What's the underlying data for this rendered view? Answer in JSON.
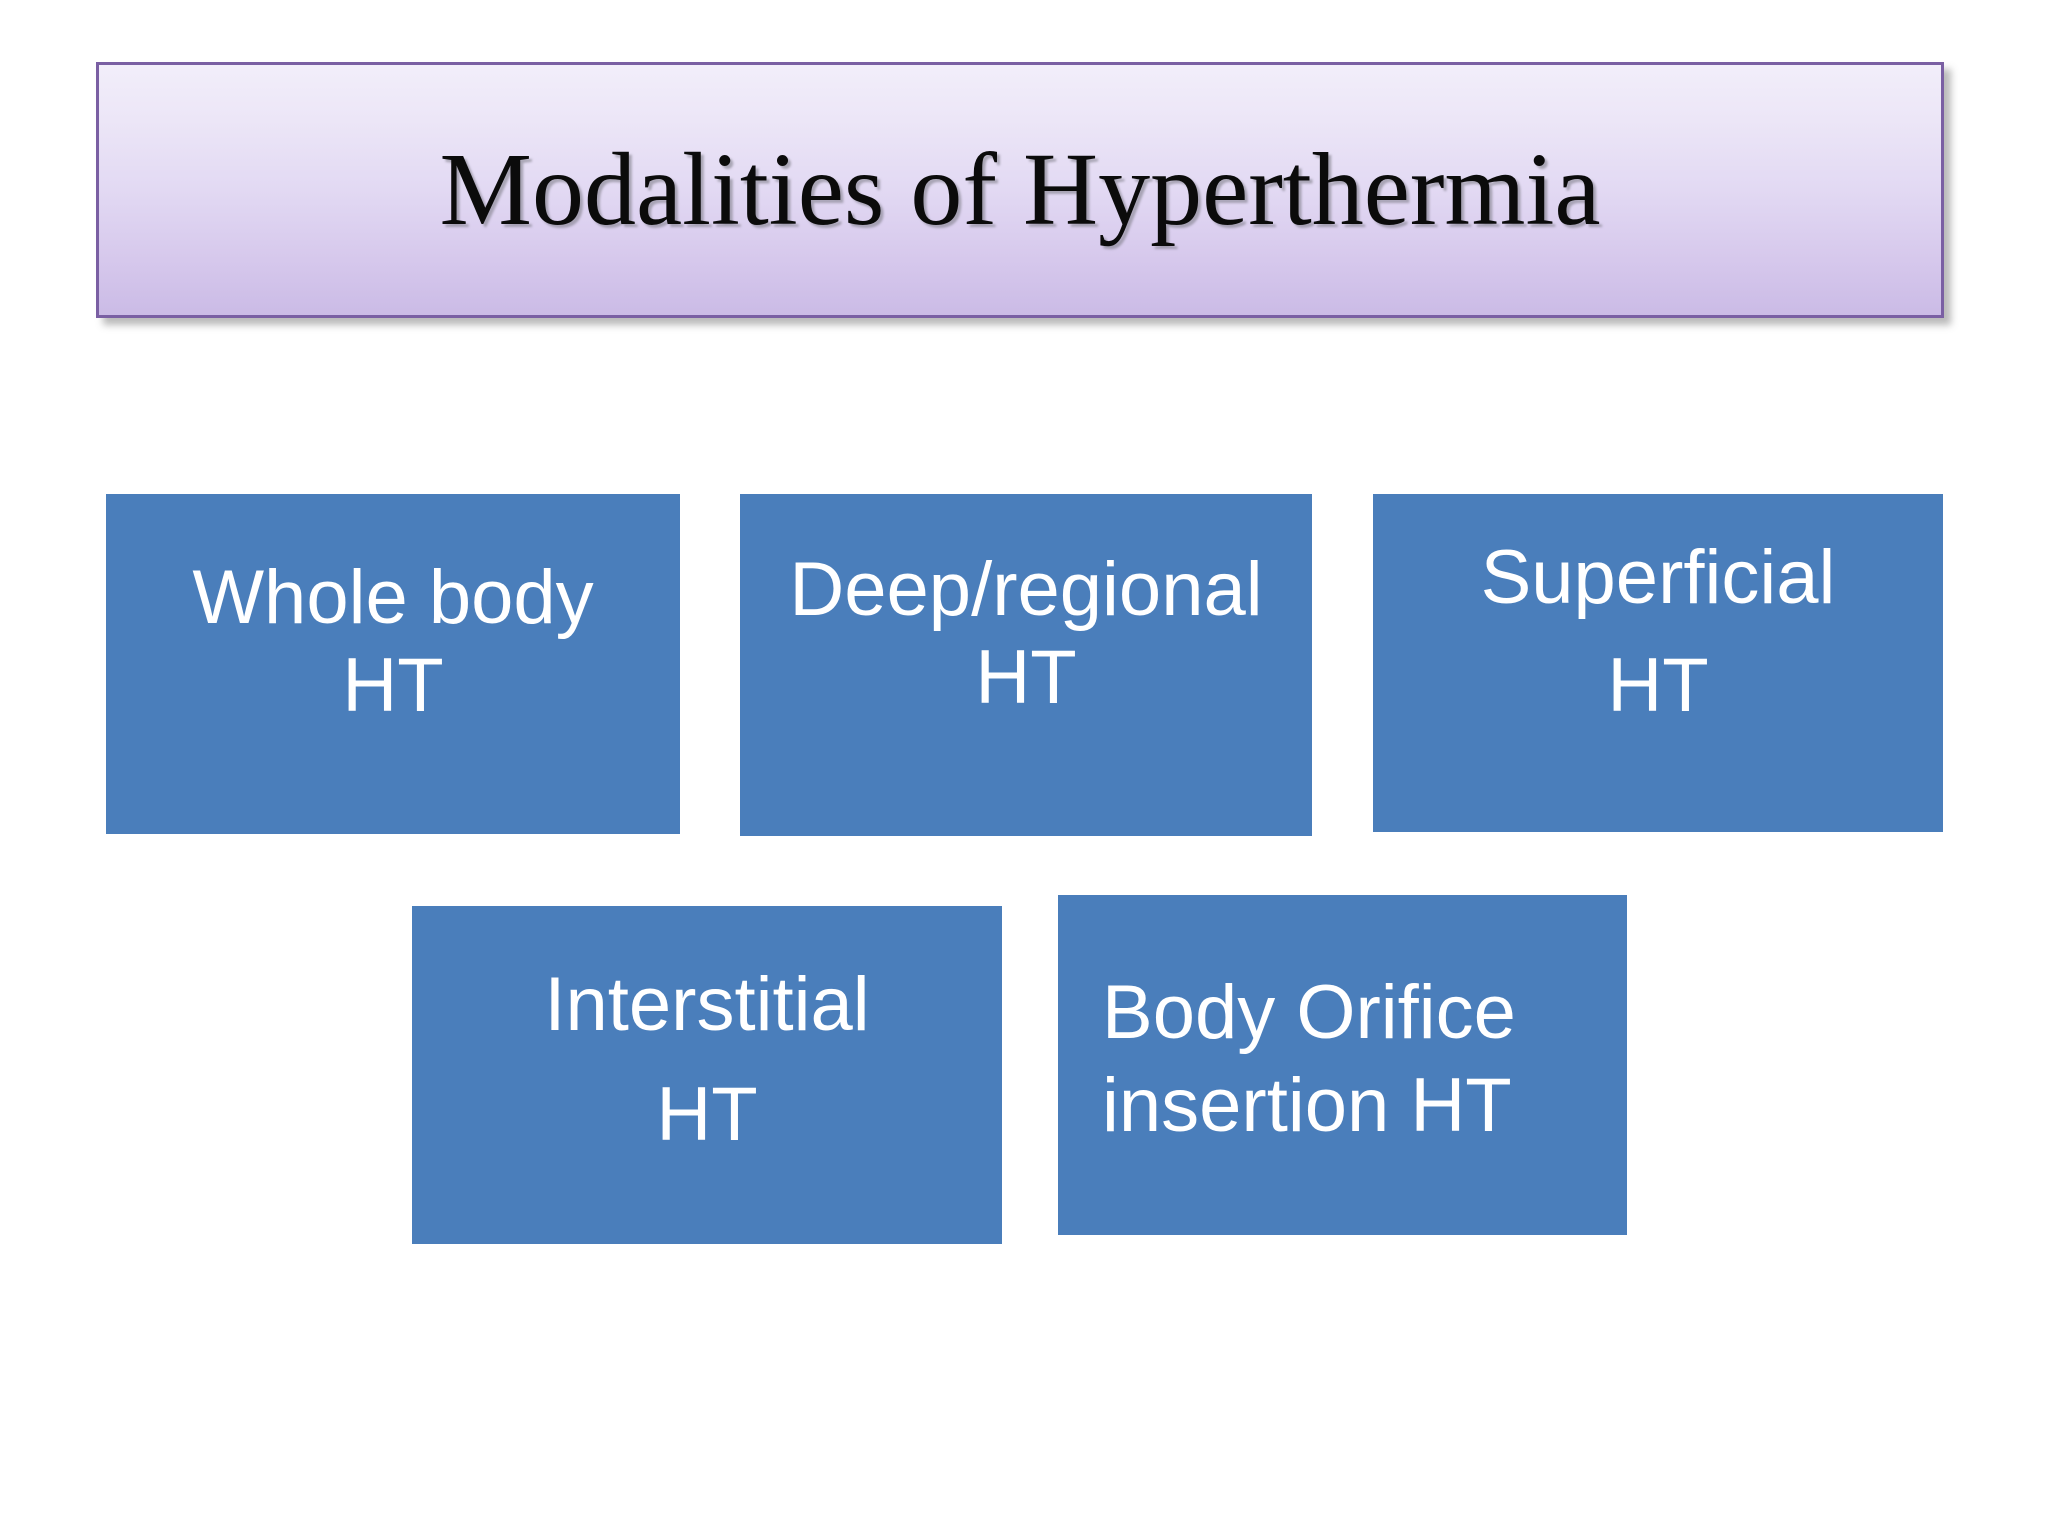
{
  "slide": {
    "background_color": "#ffffff",
    "title": {
      "text": "Modalities of Hyperthermia",
      "border_color": "#7a5fa3",
      "gradient_top": "#f2eefa",
      "gradient_bottom": "#cbbbe6",
      "text_color": "#0b0b0b"
    },
    "box_fill_color": "#4a7ebb",
    "box_text_color": "#ffffff",
    "boxes": [
      {
        "id": "whole-body",
        "line1": "Whole body",
        "line2": "HT",
        "row": 1
      },
      {
        "id": "deep-regional",
        "line1": "Deep/regional",
        "line2": "HT",
        "row": 1
      },
      {
        "id": "superficial",
        "line1": "Superficial",
        "line2": "HT",
        "row": 1
      },
      {
        "id": "interstitial",
        "line1": "Interstitial",
        "line2": "HT",
        "row": 2
      },
      {
        "id": "body-orifice",
        "line1": "Body Orifice",
        "line2": "insertion HT",
        "row": 2
      }
    ]
  }
}
